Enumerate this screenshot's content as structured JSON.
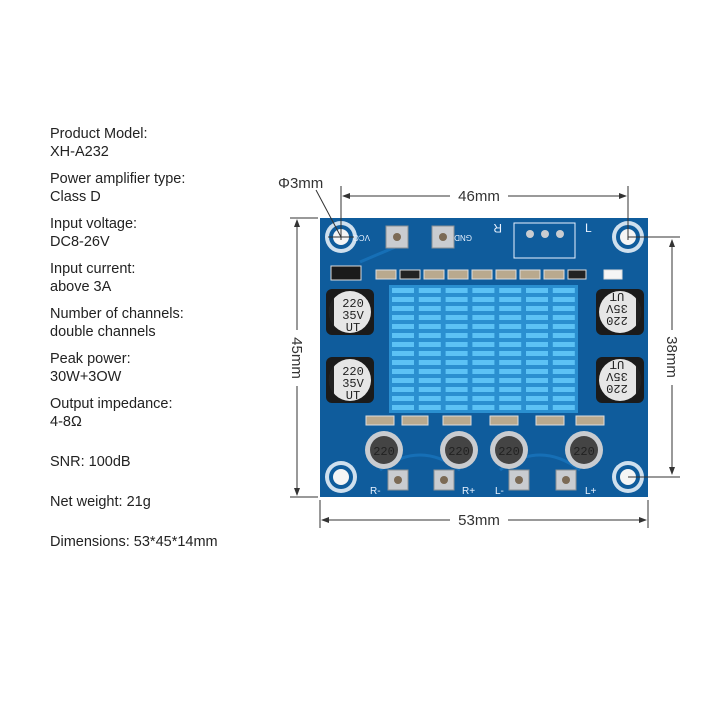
{
  "specs": [
    {
      "label": "Product Model:",
      "value": "XH-A232"
    },
    {
      "label": "Power amplifier type:",
      "value": "Class D"
    },
    {
      "label": "Input voltage:",
      "value": "DC8-26V"
    },
    {
      "label": "Input current:",
      "value": "above 3A"
    },
    {
      "label": "Number of channels:",
      "value": "double channels"
    },
    {
      "label": "Peak power:",
      "value": "30W+3OW"
    },
    {
      "label": "Output impedance:",
      "value": "4-8Ω"
    },
    {
      "text": "SNR: 100dB"
    },
    {
      "text": "Net weight: 21g"
    },
    {
      "text": "Dimensions: 53*45*14mm"
    }
  ],
  "dimensions": {
    "hole": "Φ3mm",
    "hole_spacing_x": "46mm",
    "board_width": "53mm",
    "board_height": "45mm",
    "hole_spacing_y": "38mm"
  },
  "board": {
    "labels": {
      "vcc": "VCC",
      "gnd": "GND",
      "r": "R",
      "l": "L",
      "r_minus": "R-",
      "r_plus": "R+",
      "l_minus": "L-",
      "l_plus": "L+"
    },
    "cap_lines": [
      "220",
      "35V",
      "UT"
    ],
    "inductor": "220",
    "colors": {
      "pcb": "#0f5c9c",
      "heatsink": "#38a6e6",
      "silk": "#e8f2ff"
    }
  }
}
